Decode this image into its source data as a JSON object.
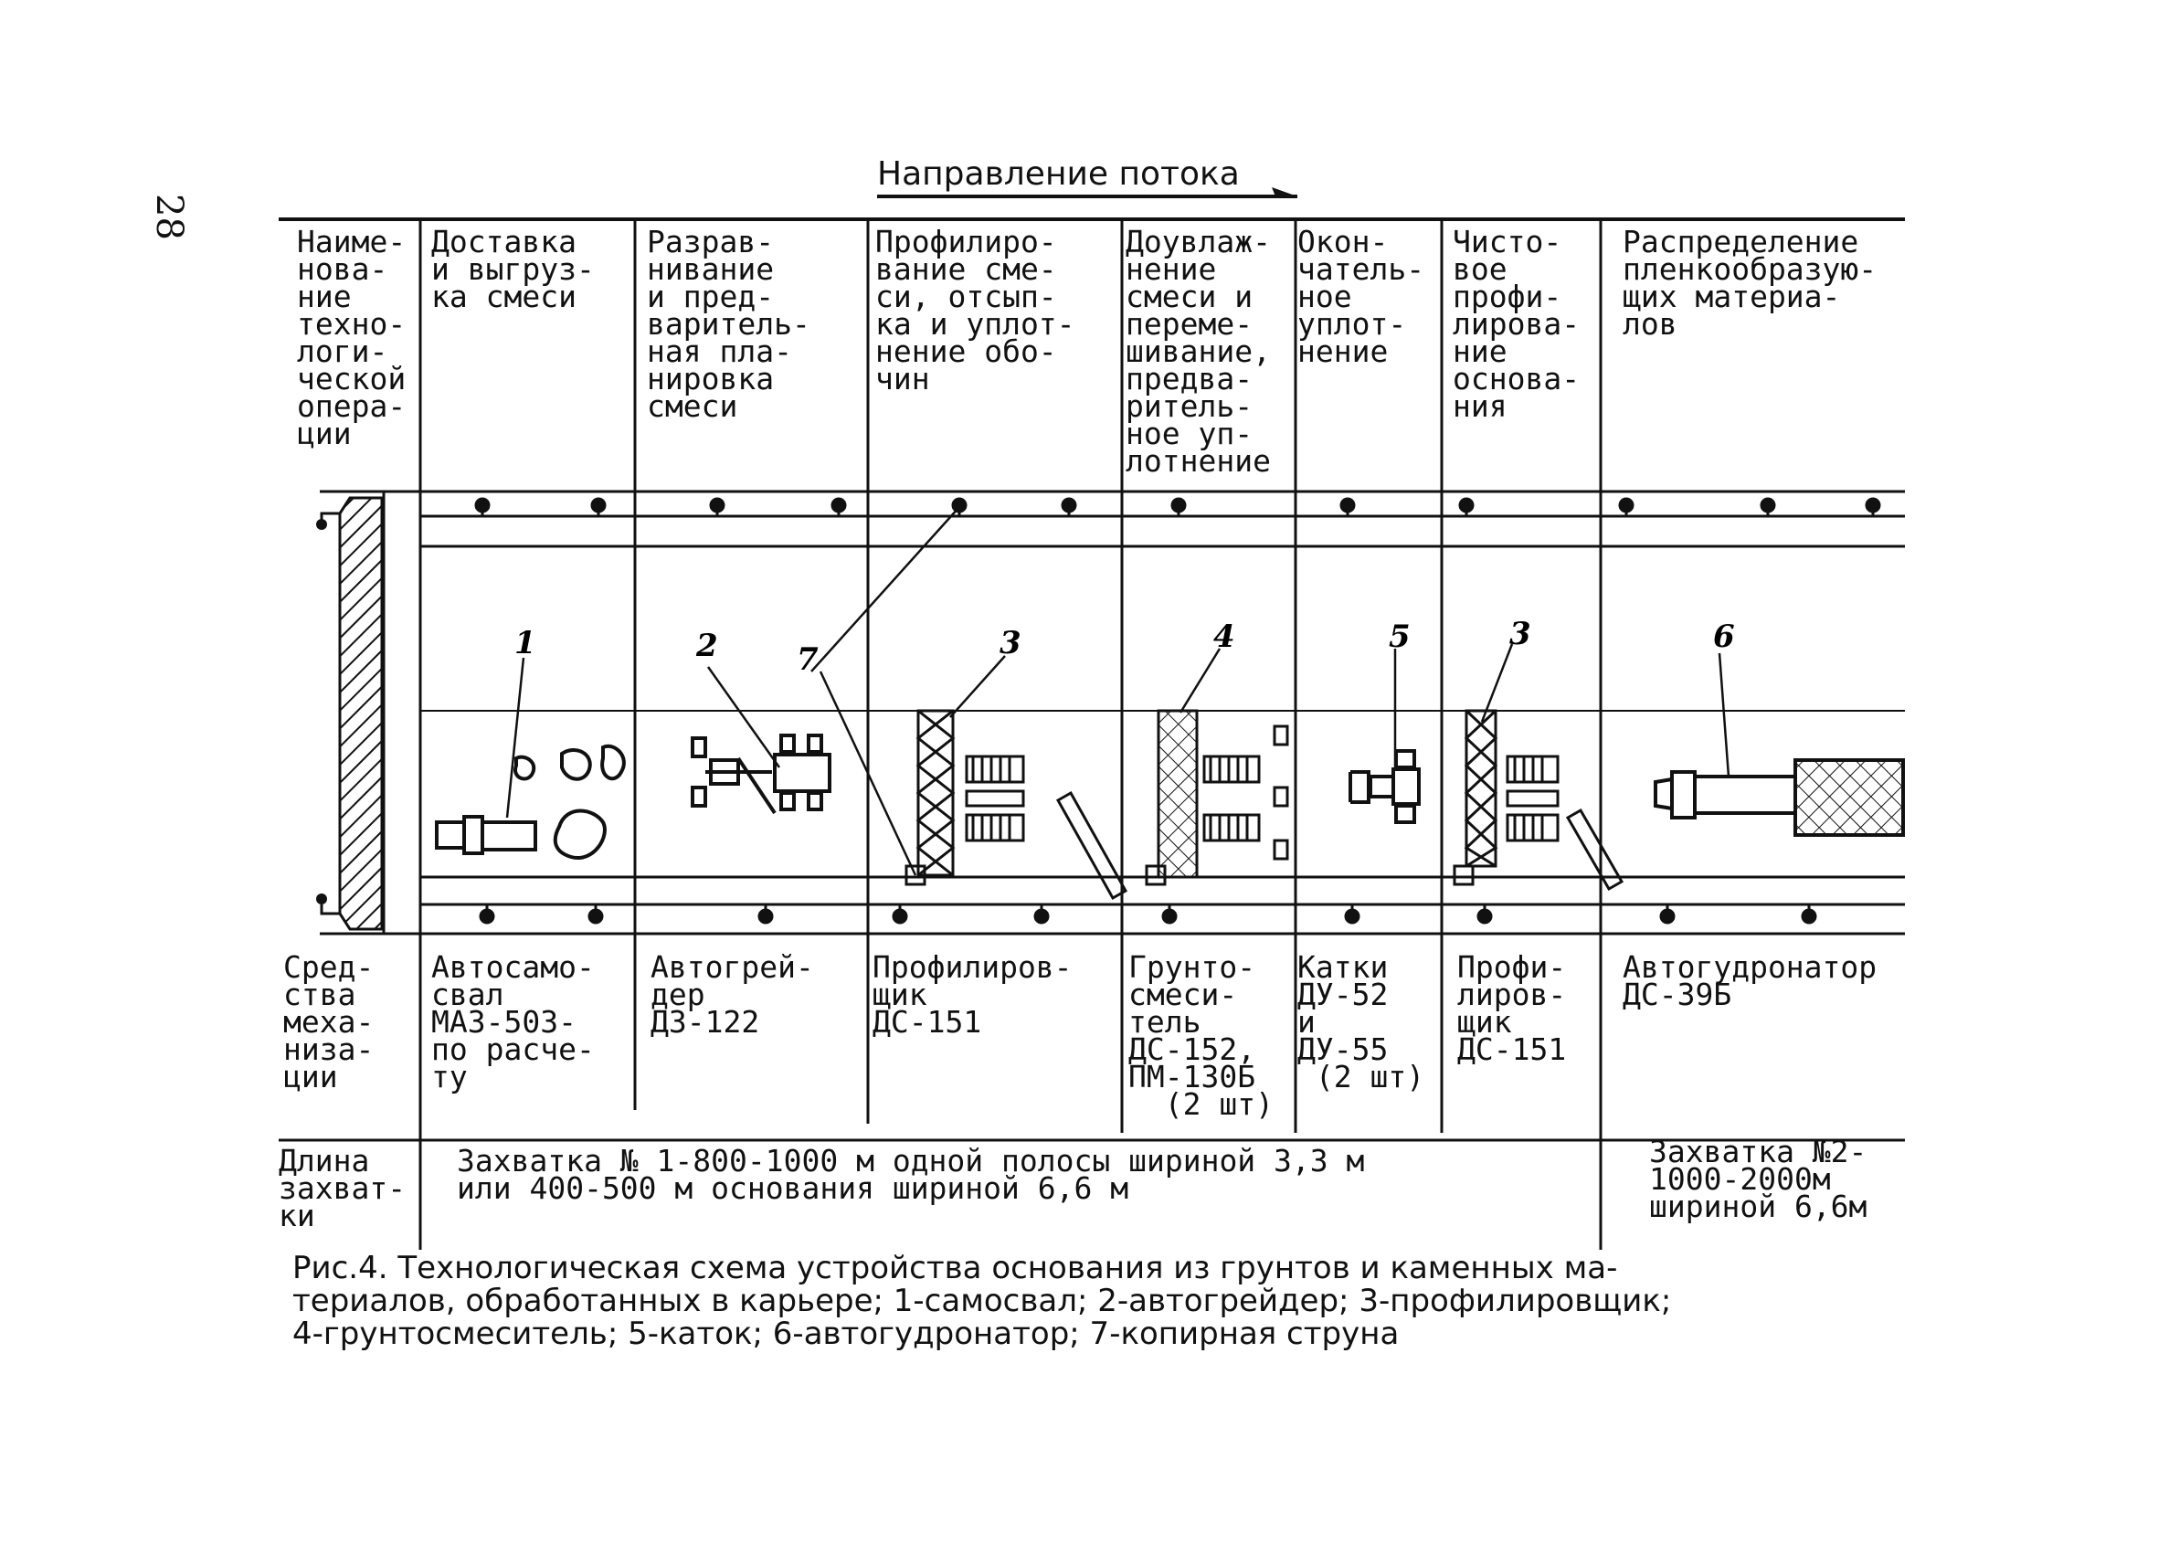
{
  "page_number": "28",
  "flow_direction": "Направление потока",
  "header": {
    "col0": "Наиме-\nнова-\nние\nтехно-\nлоги-\nческой\nопера-\nции",
    "col1": "Доставка\nи выгруз-\nка смеси",
    "col2": "Разрав-\nнивание\nи пред-\nваритель-\nная пла-\nнировка\nсмеси",
    "col3": "Профилиро-\nвание сме-\nси, отсып-\nка и уплот-\nнение обо-\nчин",
    "col4": "Доувлаж-\nнение\nсмеси и\nпереме-\nшивание,\nпредва-\nритель-\nное уп-\nлотнение",
    "col5": "Окон-\nчатель-\nное\nуплот-\nнение",
    "col6": "Чисто-\nвое\nпрофи-\nлирова-\nние\nоснова-\nния",
    "col7": "Распределение\nпленкообразую-\nщих материа-\nлов"
  },
  "equipment": {
    "col0": "Сред-\nства\nмеха-\nниза-\nции",
    "col1": "Автосамо-\nсвал\nМАЗ-503-\nпо расче-\nту",
    "col2": "Автогрей-\nдер\nДЗ-122",
    "col3": "Профилиров-\nщик\nДС-151",
    "col4": "Грунто-\nсмеси-\nтель\nДС-152,\nПМ-130Б\n  (2 шт)",
    "col5": "Катки\nДУ-52\nи\nДУ-55\n (2 шт)",
    "col6": "Профи-\nлиров-\nщик\nДС-151",
    "col7": "Автогудронатор\nДС-39Б"
  },
  "length": {
    "col0": "Длина\nзахват-\nки",
    "grip1": "Захватка № 1-800-1000 м одной полосы шириной 3,3 м\nили 400-500 м основания шириной 6,6 м",
    "grip2": "Захватка №2-\n1000-2000м\nшириной 6,6м"
  },
  "labels": [
    "1",
    "2",
    "7",
    "3",
    "4",
    "5",
    "3",
    "6"
  ],
  "caption": [
    "Рис.4. Технологическая схема устройства основания из грунтов и каменных ма-",
    "териалов, обработанных в карьере; 1-самосвал; 2-автогрейдер; 3-профилировщик;",
    "4-грунтосмеситель; 5-каток; 6-автогудронатор; 7-копирная струна"
  ]
}
